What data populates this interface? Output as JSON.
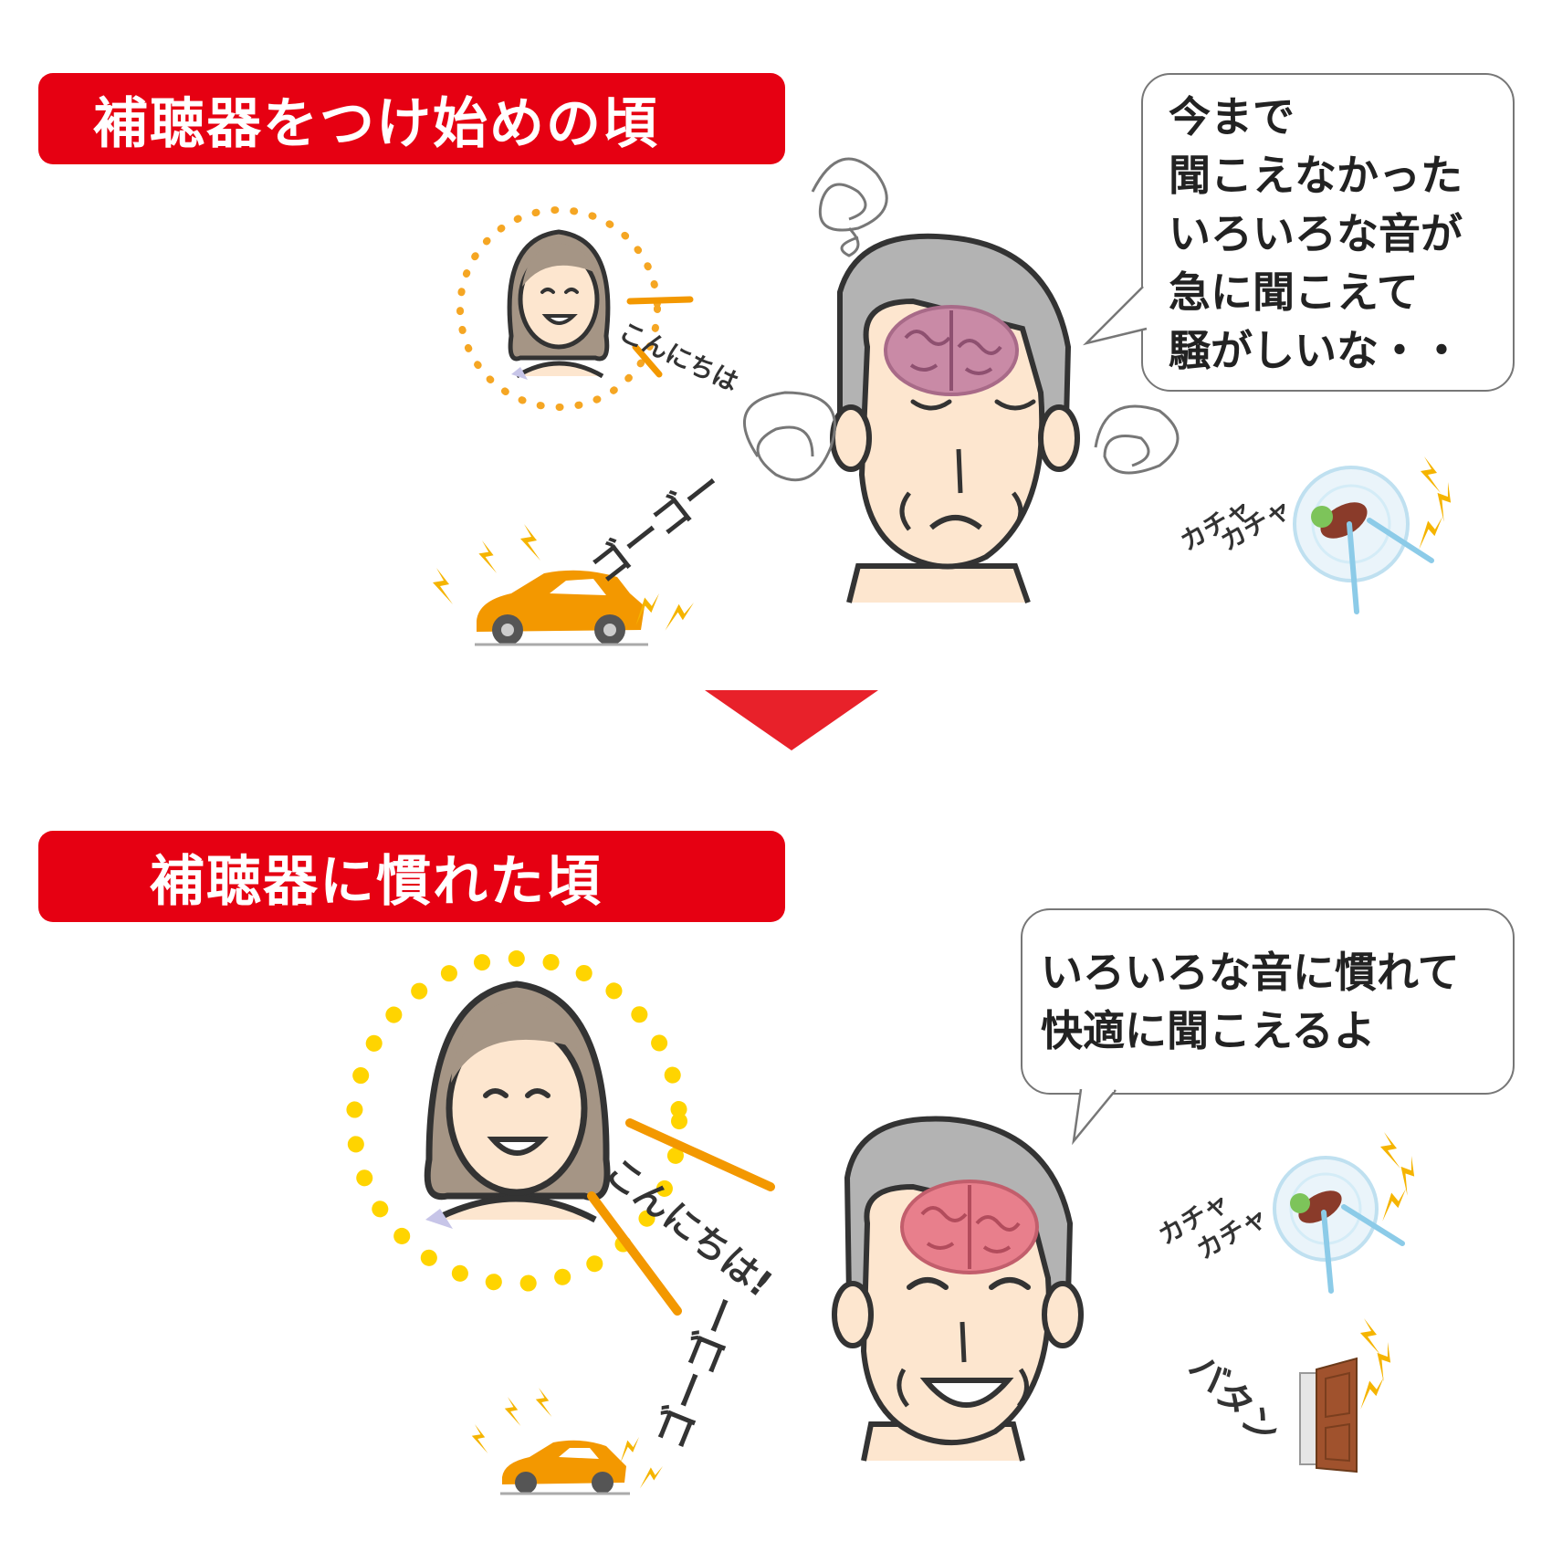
{
  "banners": {
    "before": "補聴器をつけ始めの頃",
    "after": "補聴器に慣れた頃"
  },
  "bubbles": {
    "before": [
      "今まで",
      "聞こえなかった",
      "いろいろな音が",
      "急に聞こえて",
      "騒がしいな・・"
    ],
    "after": [
      "いろいろな音に慣れて",
      "快適に聞こえるよ"
    ]
  },
  "sounds": {
    "hello_before": "こんにちは",
    "hello_after": "こんにちは!",
    "car": "ゴーゴー",
    "dish_1": "カチャ",
    "dish_2": "カチャ",
    "door": "バタン"
  },
  "colors": {
    "banner_red": "#e60012",
    "arrow_red": "#e8212a",
    "car_orange": "#f39800",
    "dots_orange": "#f5a623",
    "dots_yellow": "#ffd400",
    "hair_gray": "#b3b3b3",
    "brain_tired": "#c98aa6",
    "brain_happy": "#e87f8c",
    "skin": "#fde6cf"
  },
  "icons": [
    "woman-face-icon",
    "car-icon",
    "plate-fork-knife-icon",
    "door-icon",
    "brain-icon",
    "scribble-icon",
    "lightning-icon",
    "down-arrow-icon"
  ]
}
